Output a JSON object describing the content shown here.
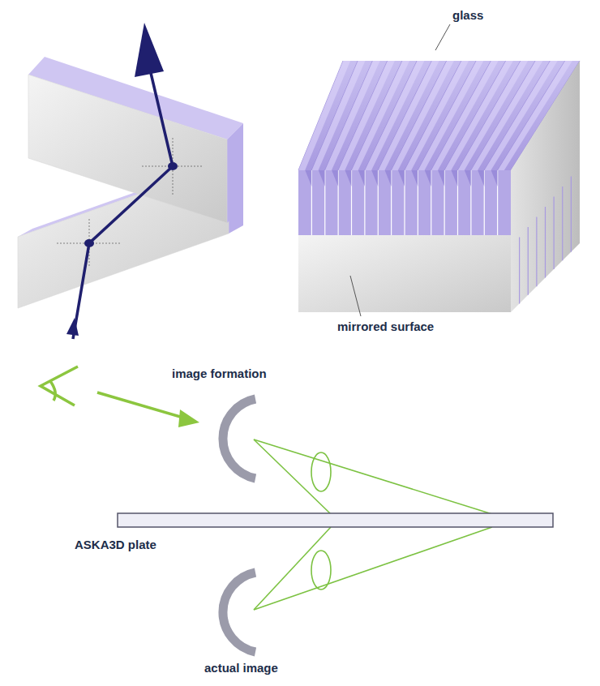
{
  "diagram": {
    "labels": [
      "glass",
      "mirrored surface",
      "image formation",
      "ASKA3D plate",
      "actual image"
    ]
  }
}
